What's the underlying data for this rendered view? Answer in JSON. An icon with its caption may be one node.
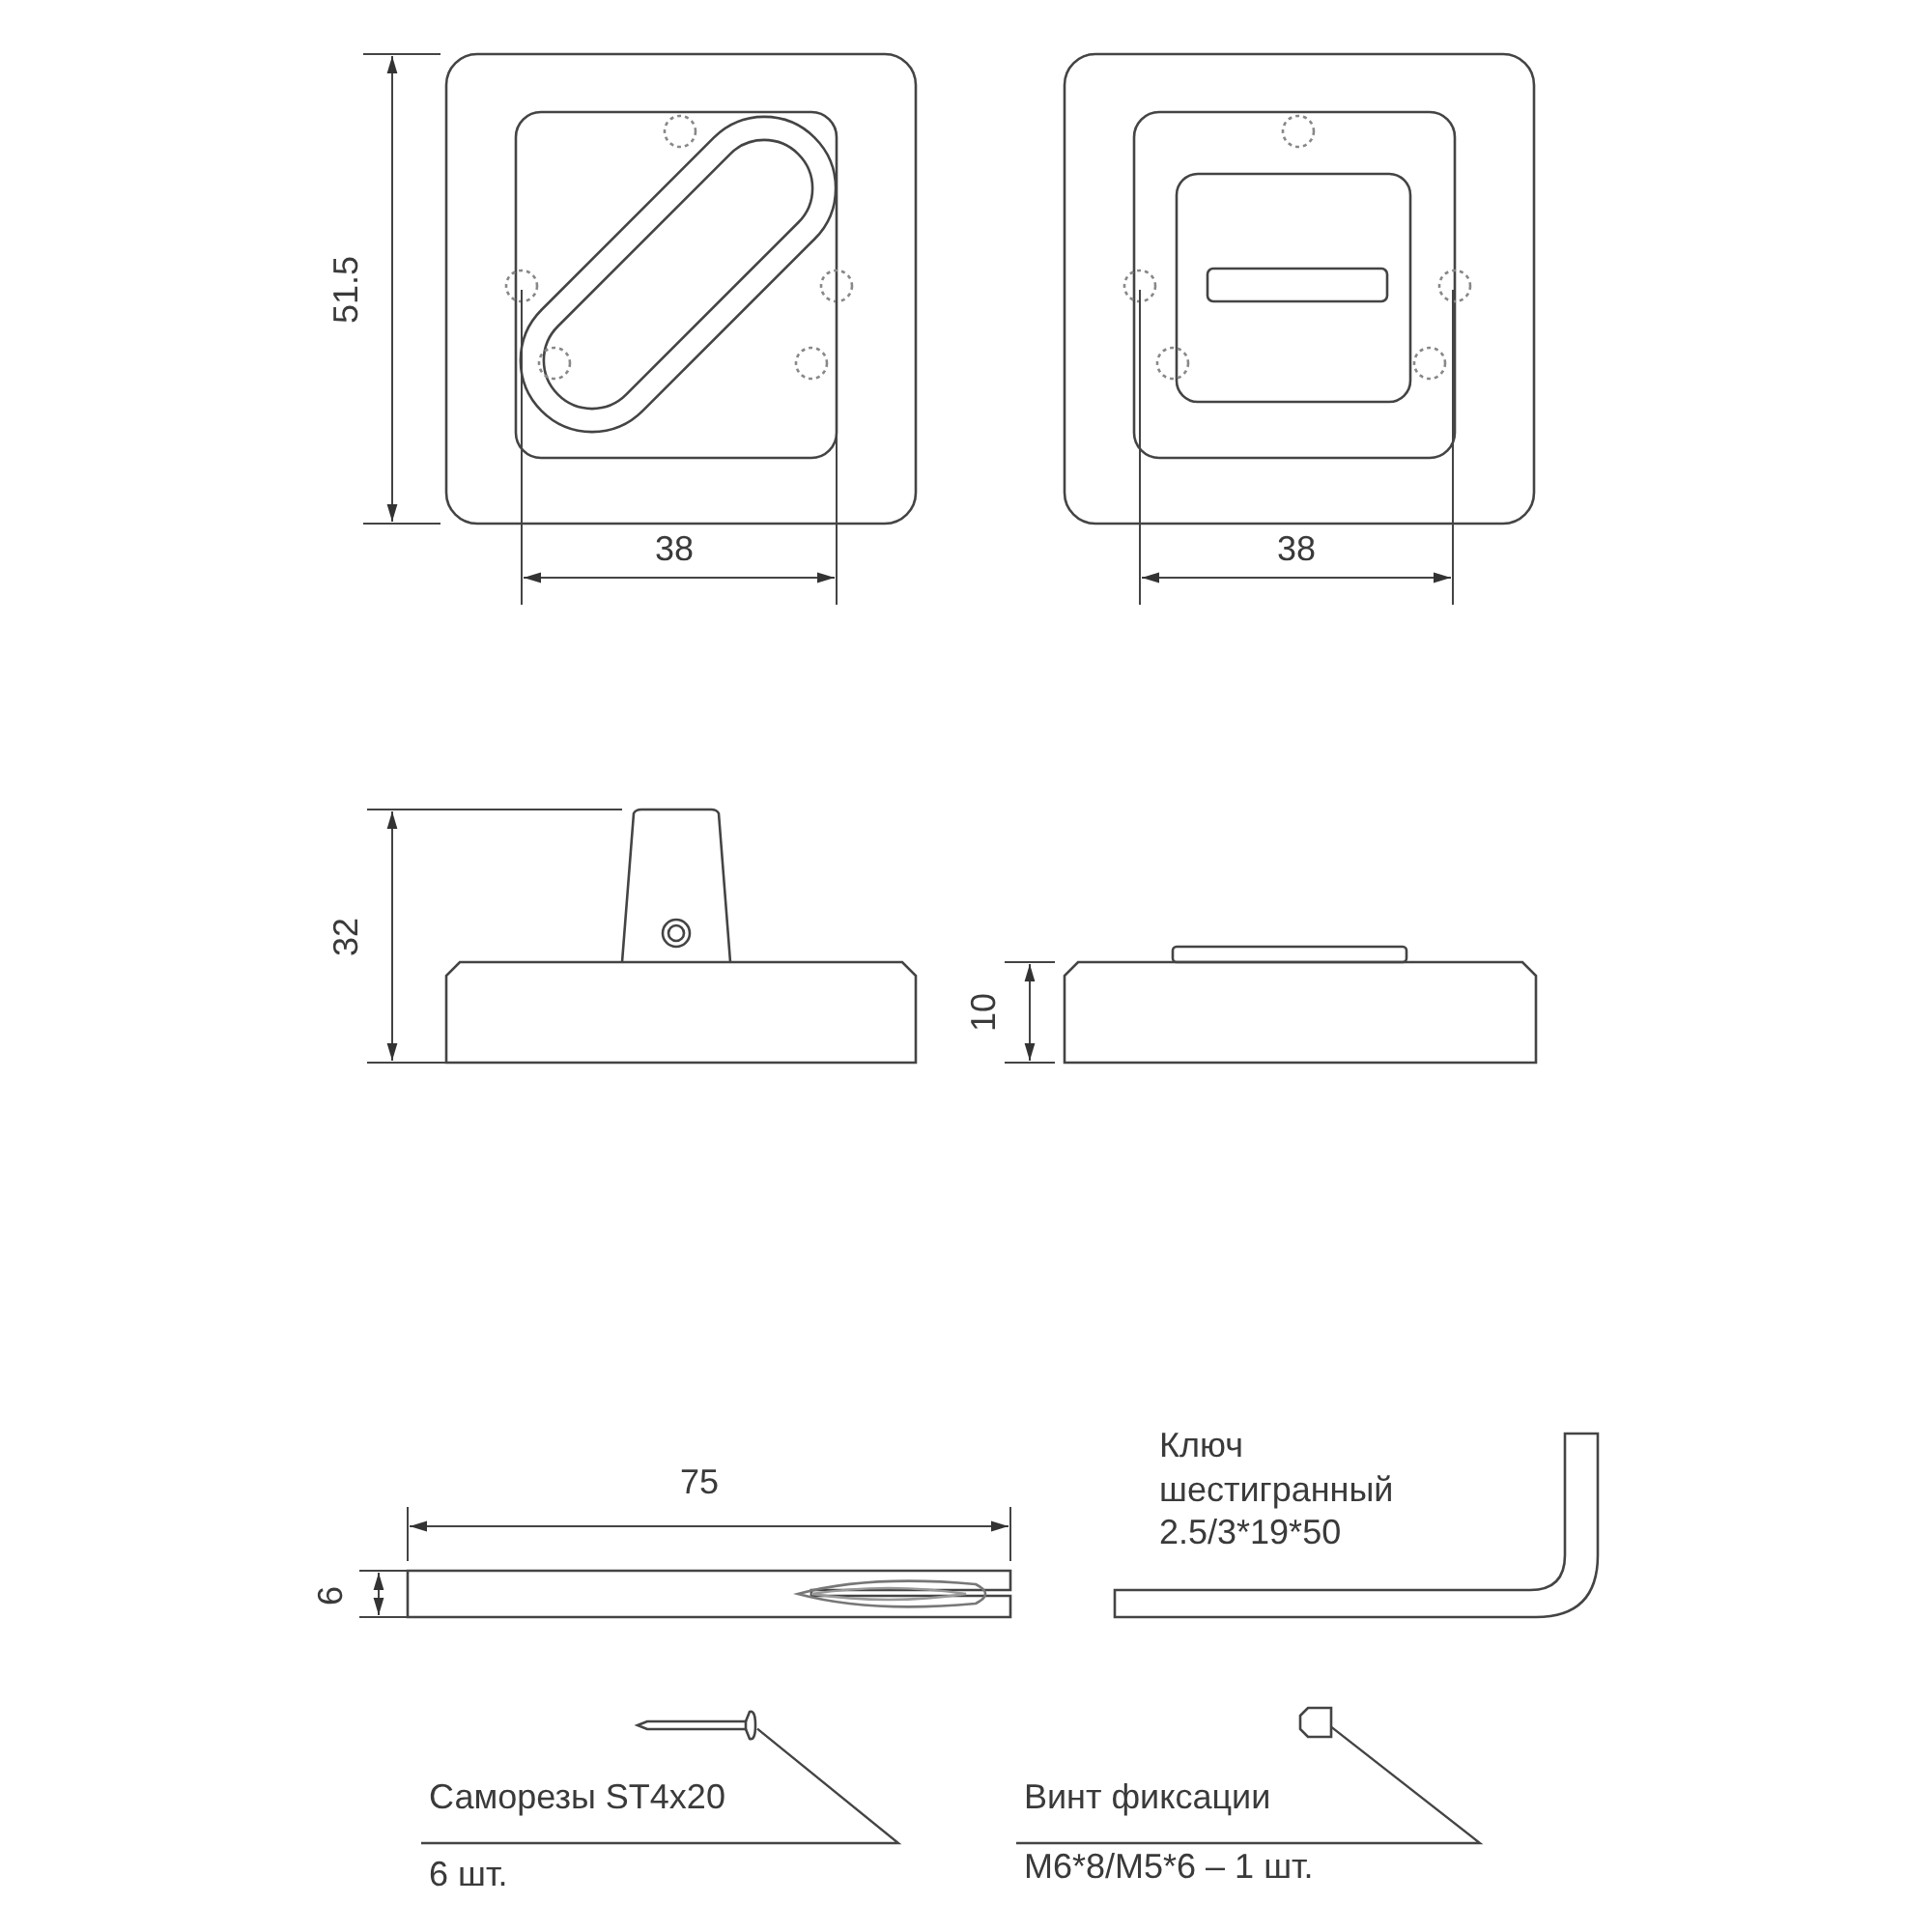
{
  "diagram": {
    "nodes": [
      {
        "text": [
          "Саморезы ST4x20",
          "6 шт."
        ]
      },
      {
        "text": [],
        "shape": "picture"
      },
      {
        "text": [
          "Винт фиксации",
          "M6*8/M5*6 – 1 шт."
        ]
      },
      {
        "text": [],
        "shape": "picture"
      }
    ],
    "edges": [
      {
        "from": 0,
        "to": 1,
        "arrow": "none"
      },
      {
        "from": 2,
        "to": 3,
        "arrow": "none"
      }
    ],
    "labels": [
      "51.5",
      "38",
      "38",
      "32",
      "10",
      "75",
      "6",
      "Ключ шестигранный 2.5/3*19*50"
    ]
  }
}
